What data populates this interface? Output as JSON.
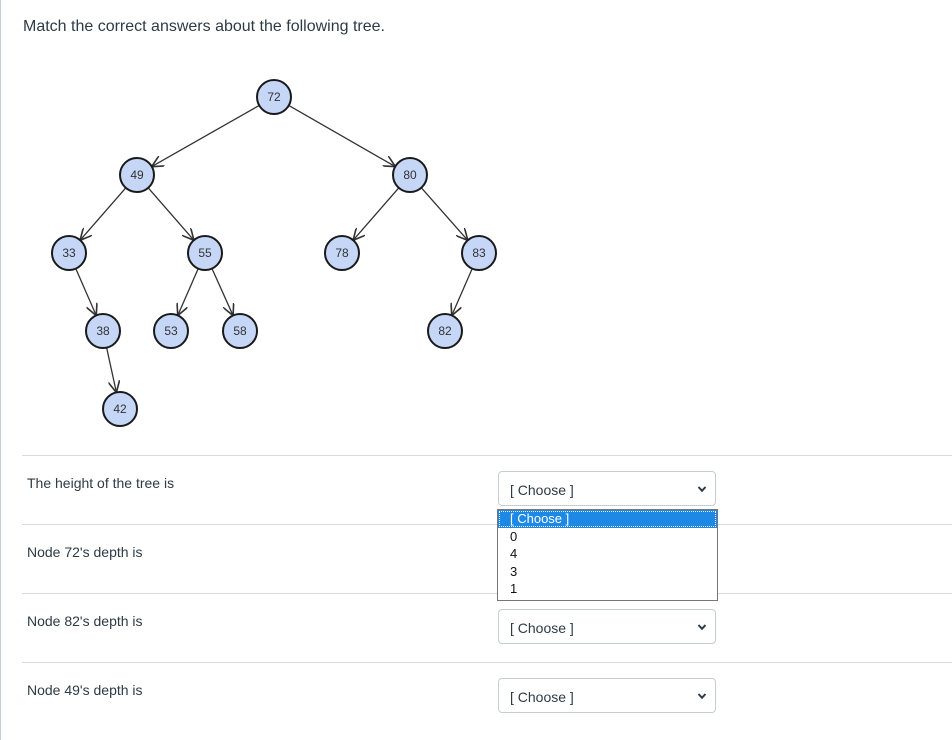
{
  "question": {
    "text": "Match the correct answers about the following tree."
  },
  "tree": {
    "nodes": [
      {
        "id": "72",
        "label": "72"
      },
      {
        "id": "49",
        "label": "49"
      },
      {
        "id": "80",
        "label": "80"
      },
      {
        "id": "33",
        "label": "33"
      },
      {
        "id": "55",
        "label": "55"
      },
      {
        "id": "78",
        "label": "78"
      },
      {
        "id": "83",
        "label": "83"
      },
      {
        "id": "38",
        "label": "38"
      },
      {
        "id": "53",
        "label": "53"
      },
      {
        "id": "58",
        "label": "58"
      },
      {
        "id": "82",
        "label": "82"
      },
      {
        "id": "42",
        "label": "42"
      }
    ],
    "edges": [
      [
        "72",
        "49"
      ],
      [
        "72",
        "80"
      ],
      [
        "49",
        "33"
      ],
      [
        "49",
        "55"
      ],
      [
        "80",
        "78"
      ],
      [
        "80",
        "83"
      ],
      [
        "33",
        "38"
      ],
      [
        "55",
        "53"
      ],
      [
        "55",
        "58"
      ],
      [
        "83",
        "82"
      ],
      [
        "38",
        "42"
      ]
    ]
  },
  "rows": [
    {
      "label": "The height of the tree is",
      "selected": "[ Choose ]"
    },
    {
      "label": "Node 72's depth is",
      "selected": "[ Choose ]"
    },
    {
      "label": "Node 82's depth is",
      "selected": "[ Choose ]"
    },
    {
      "label": "Node 49's depth is",
      "selected": "[ Choose ]"
    }
  ],
  "dropdown_open": {
    "options": [
      "[ Choose ]",
      "0",
      "4",
      "3",
      "1"
    ],
    "highlighted": "[ Choose ]"
  }
}
